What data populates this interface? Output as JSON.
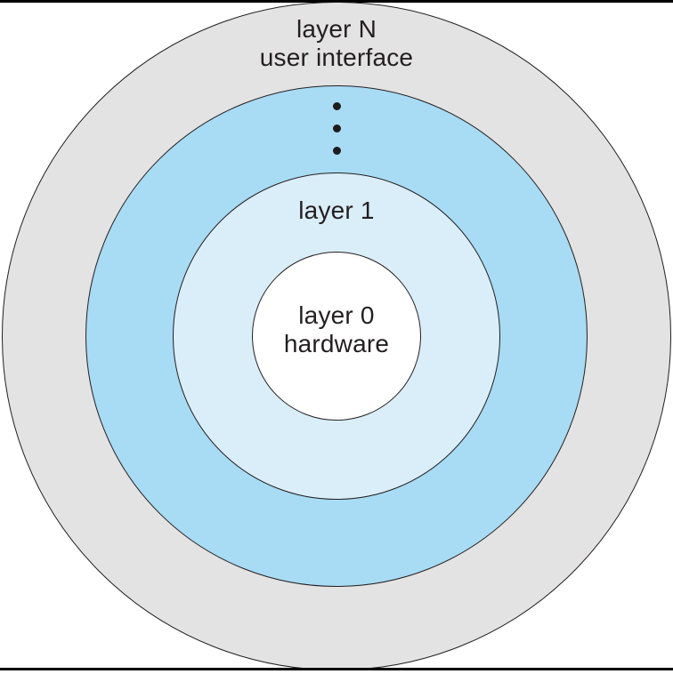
{
  "diagram": {
    "rings": [
      {
        "name": "layer-n",
        "label_line1": "layer N",
        "label_line2": "user interface",
        "fill": "#e4e3e3"
      },
      {
        "name": "intermediate-layers",
        "fill": "#a8dbf4"
      },
      {
        "name": "layer-1",
        "label": "layer 1",
        "fill": "#daeef9"
      },
      {
        "name": "layer-0",
        "label_line1": "layer 0",
        "label_line2": "hardware",
        "fill": "#ffffff"
      }
    ],
    "ellipsis": {
      "count": 3,
      "color": "#1d1d1b"
    },
    "stroke_color": "#231f20",
    "text_color": "#231f20",
    "rule_color": "#000000"
  }
}
